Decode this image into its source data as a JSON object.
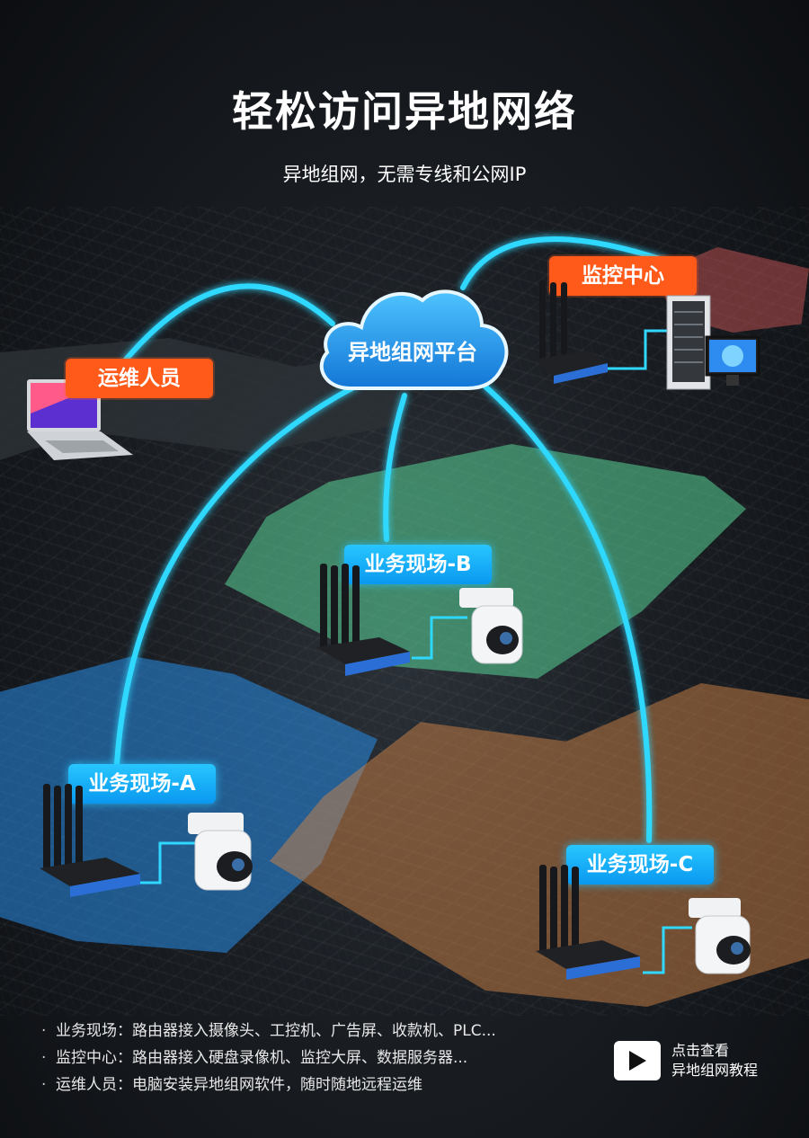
{
  "header": {
    "title": "轻松访问异地网络",
    "subtitle": "异地组网，无需专线和公网IP"
  },
  "platform": {
    "label": "异地组网平台",
    "icon": "cloud-icon"
  },
  "nodes": {
    "ops": {
      "label": "运维人员",
      "icon": "laptop-icon"
    },
    "monitor": {
      "label": "监控中心",
      "icon": "server-rack-icon"
    },
    "site_a": {
      "label": "业务现场-A",
      "icon": "router-icon"
    },
    "site_b": {
      "label": "业务现场-B",
      "icon": "router-icon"
    },
    "site_c": {
      "label": "业务现场-C",
      "icon": "router-icon"
    }
  },
  "bullets": [
    "业务现场：路由器接入摄像头、工控机、广告屏、收款机、PLC...",
    "监控中心：路由器接入硬盘录像机、监控大屏、数据服务器...",
    "运维人员：电脑安装异地组网软件，随时随地远程运维"
  ],
  "video_link": {
    "line1": "点击查看",
    "line2": "异地组网教程",
    "icon": "play-icon"
  },
  "colors": {
    "tag_orange": "#ff5a1a",
    "tag_blue": "#0a98f0",
    "link_line": "#2fd8ff",
    "zone_green": "#58d296",
    "zone_blue": "#288ce6",
    "zone_orange": "#cd8246"
  }
}
